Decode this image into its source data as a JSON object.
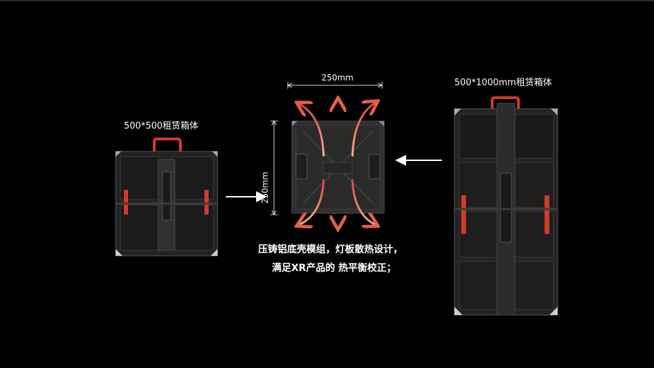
{
  "labels": {
    "small_cabinet": "500*500租赁箱体",
    "large_cabinet": "500*1000mm租赁箱体",
    "width_dim": "250mm",
    "height_dim": "250mm"
  },
  "description": {
    "line1": "压铸铝底壳模组，灯板散热设计，",
    "line2": "满足XR产品的 热平衡校正；"
  },
  "colors": {
    "background": "#000000",
    "accent_red": "#d23a2a",
    "cabinet_body": "#2b2b2b",
    "arrow_orange": "#e07050"
  }
}
